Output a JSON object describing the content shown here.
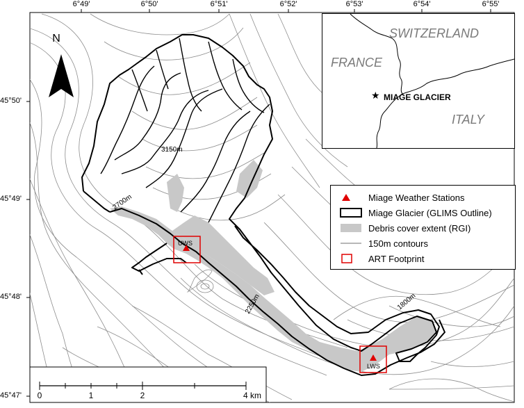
{
  "north": {
    "label": "N"
  },
  "top_ticks": [
    "6°49'",
    "6°50'",
    "6°51'",
    "6°52'",
    "6°53'",
    "6°54'",
    "6°55'"
  ],
  "left_ticks": [
    "45°50'",
    "45°49'",
    "45°48'",
    "45°47'"
  ],
  "contour_labels": {
    "c3150": "3150m",
    "c2700": "2700m",
    "c2250": "2250m",
    "c1800": "1800m"
  },
  "stations": {
    "upper": "UWS",
    "lower": "LWS"
  },
  "legend": {
    "items": [
      {
        "label": "Miage Weather Stations",
        "color": "#e00000"
      },
      {
        "label": "Miage Glacier (GLIMS Outline)",
        "color": "#000000"
      },
      {
        "label": "Debris cover extent (RGI)",
        "color": "#c8c8c8"
      },
      {
        "label": "150m contours",
        "color": "#8c8c8c"
      },
      {
        "label": "ART Footprint",
        "color": "#e00000"
      }
    ]
  },
  "inset": {
    "switzerland": "SWITZERLAND",
    "france": "FRANCE",
    "italy": "ITALY",
    "glacier": "MIAGE GLACIER"
  },
  "scale": {
    "ticks": [
      "0",
      "1",
      "2",
      "4 km"
    ]
  }
}
